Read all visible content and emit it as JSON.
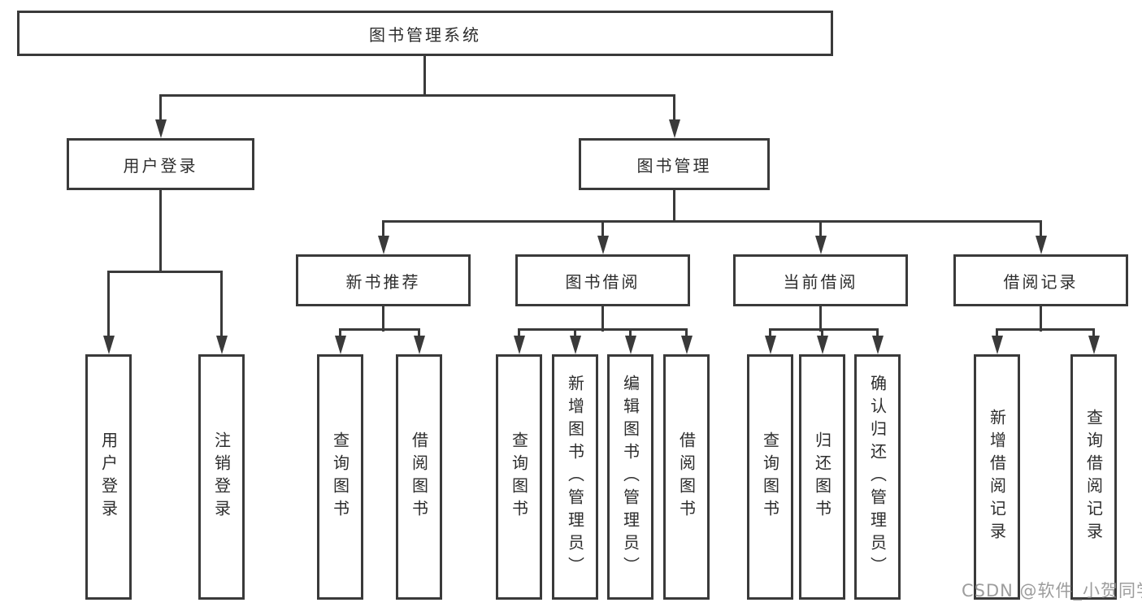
{
  "tree": {
    "root": {
      "label": "图书管理系统",
      "children": [
        {
          "label": "用户登录",
          "children": [
            {
              "label": "用户登录"
            },
            {
              "label": "注销登录"
            }
          ]
        },
        {
          "label": "图书管理",
          "children": [
            {
              "label": "新书推荐",
              "children": [
                {
                  "label": "查询图书"
                },
                {
                  "label": "借阅图书"
                }
              ]
            },
            {
              "label": "图书借阅",
              "children": [
                {
                  "label": "查询图书"
                },
                {
                  "label": "新增图书（管理员）"
                },
                {
                  "label": "编辑图书（管理员）"
                },
                {
                  "label": "借阅图书"
                }
              ]
            },
            {
              "label": "当前借阅",
              "children": [
                {
                  "label": "查询图书"
                },
                {
                  "label": "归还图书"
                },
                {
                  "label": "确认归还（管理员）"
                }
              ]
            },
            {
              "label": "借阅记录",
              "children": [
                {
                  "label": "新增借阅记录"
                },
                {
                  "label": "查询借阅记录"
                }
              ]
            }
          ]
        }
      ]
    }
  },
  "watermark": {
    "text": "CSDN @软件_小贺同学"
  },
  "colors": {
    "line": "#3a3a3a",
    "text": "#2d2d2d",
    "watermark": "#8c8c8c",
    "background": "#ffffff"
  }
}
